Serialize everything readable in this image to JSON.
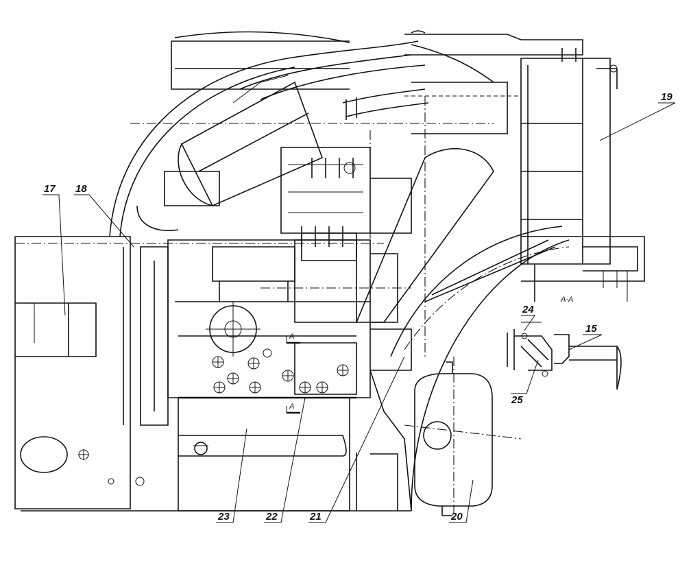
{
  "diagram": {
    "callouts": [
      "17",
      "18",
      "19",
      "20",
      "21",
      "22",
      "23",
      "24",
      "15",
      "25"
    ],
    "section_marks": {
      "section_title": "A-A",
      "mark_upper": "A",
      "mark_lower": "A"
    }
  }
}
